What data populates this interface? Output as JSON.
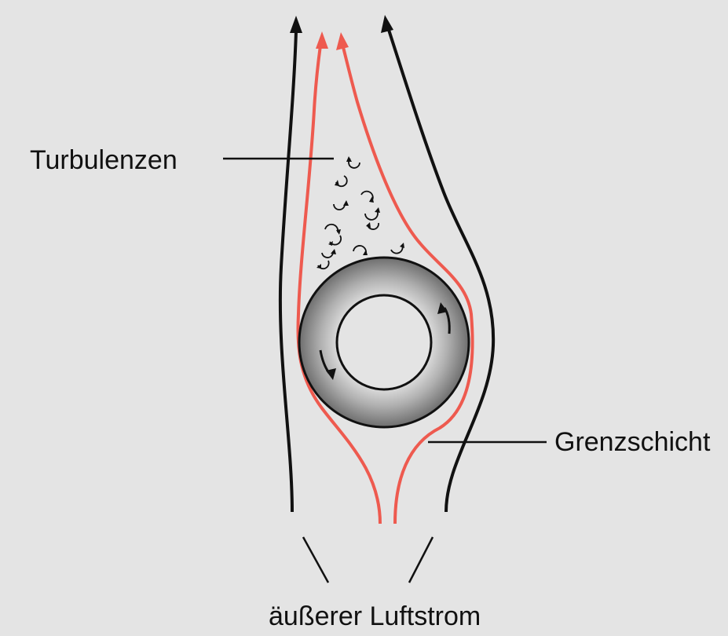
{
  "labels": {
    "turbulence": "Turbulenzen",
    "boundary_layer": "Grenzschicht",
    "outer_airflow": "äußerer Luftstrom"
  },
  "colors": {
    "background": "#e4e4e4",
    "outer_streamline": "#111111",
    "boundary_streamline": "#ee5a4f",
    "ring_light": "#d9d9d9",
    "ring_dark": "#6e6e6e",
    "hole": "#e4e4e4"
  },
  "icons": [
    "arrowhead-icon",
    "swirl-arrow-icon",
    "rotation-arrow-icon"
  ]
}
